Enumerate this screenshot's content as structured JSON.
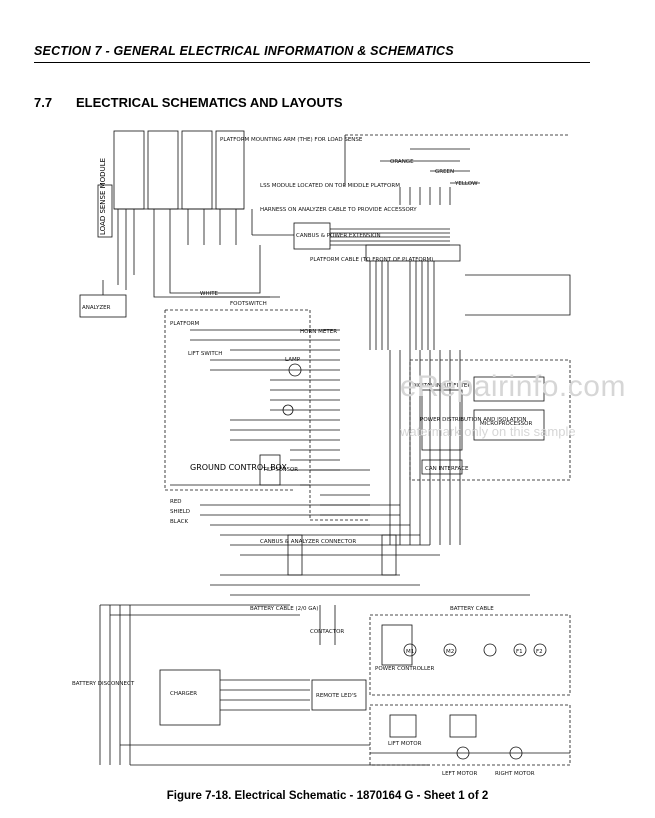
{
  "document": {
    "section_header": "SECTION 7 - GENERAL ELECTRICAL INFORMATION & SCHEMATICS",
    "subsection_number": "7.7",
    "subsection_title": "ELECTRICAL SCHEMATICS AND LAYOUTS",
    "caption": "Figure 7-18.  Electrical Schematic - 1870164 G - Sheet 1 of 2"
  },
  "watermark": {
    "main": "eRepairinfo.com",
    "sub": "watermark only on this sample"
  },
  "schematic": {
    "labels": {
      "load_sense_module": "LOAD SENSE MODULE",
      "platform_note": "PLATFORM MOUNTING ARM (THE) FOR LOAD SENSE",
      "lss_note": "LSS MODULE LOCATED ON TOP MIDDLE PLATFORM",
      "harness_note": "HARNESS ON ANALYZER CABLE TO PROVIDE ACCESSORY",
      "canbus": "CANBUS & POWER EXTENSION",
      "platform_cable": "PLATFORM CABLE (TO FRONT OF PLATFORM)",
      "footswitch": "FOOTSWITCH",
      "white": "WHITE",
      "red": "RED",
      "shield": "SHIELD",
      "black": "BLACK",
      "orange": "ORANGE",
      "green": "GREEN",
      "yellow": "YELLOW",
      "horn_meter": "HORN METER",
      "lift_switch": "LIFT SWITCH",
      "lamp": "LAMP",
      "platform": "PLATFORM",
      "ground_control_box": "GROUND\nCONTROL\nBOX",
      "tilt_sensor": "TILT SENSOR",
      "digital_input": "DIGITAL INPUT FILTER",
      "power_distribution": "POWER DISTRIBUTION AND ISOLATION",
      "microprocessor": "MICROPROCESSOR",
      "can_interface": "CAN INTERFACE",
      "canbus_connector": "CANBUS & ANALYZER CONNECTOR",
      "battery_cable": "BATTERY CABLE (2/0 GA)",
      "battery_cable2": "BATTERY CABLE",
      "contactor": "CONTACTOR",
      "power_controller": "POWER CONTROLLER",
      "charger": "CHARGER",
      "remote_leds": "REMOTE LED'S",
      "battery_disconnect": "BATTERY DISCONNECT",
      "lift_motor": "LIFT MOTOR",
      "left_motor": "LEFT MOTOR",
      "right_motor": "RIGHT MOTOR",
      "m1": "M1",
      "m2": "M2",
      "f1": "F1",
      "f2": "F2",
      "analyzer": "ANALYZER"
    }
  }
}
